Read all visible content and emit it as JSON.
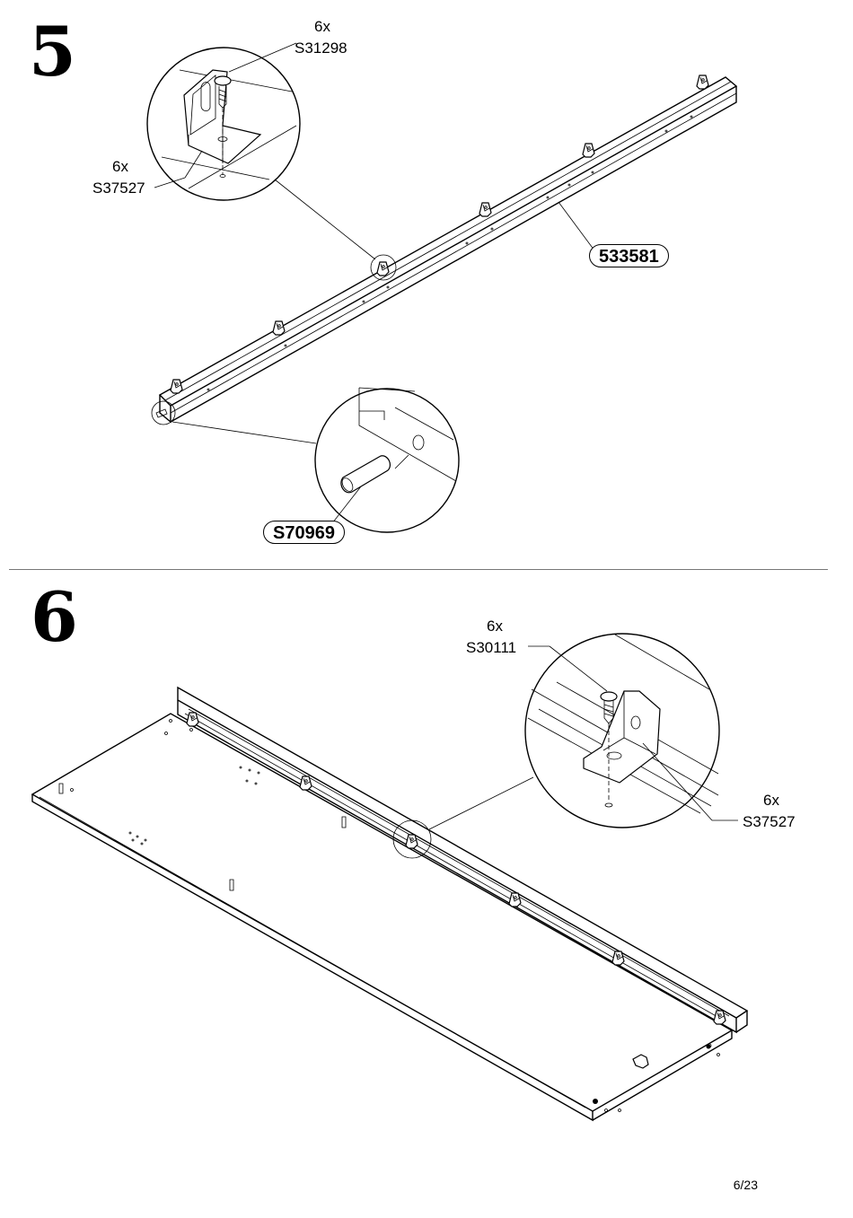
{
  "step5": {
    "number": "5",
    "screw_qty": "6x",
    "screw_code": "S31298",
    "bracket_qty": "6x",
    "bracket_code": "S37527",
    "rail_code": "533581",
    "dowel_code": "S70969"
  },
  "step6": {
    "number": "6",
    "screw_qty": "6x",
    "screw_code": "S30111",
    "bracket_qty": "6x",
    "bracket_code": "S37527"
  },
  "footer": {
    "page": "6/23"
  }
}
